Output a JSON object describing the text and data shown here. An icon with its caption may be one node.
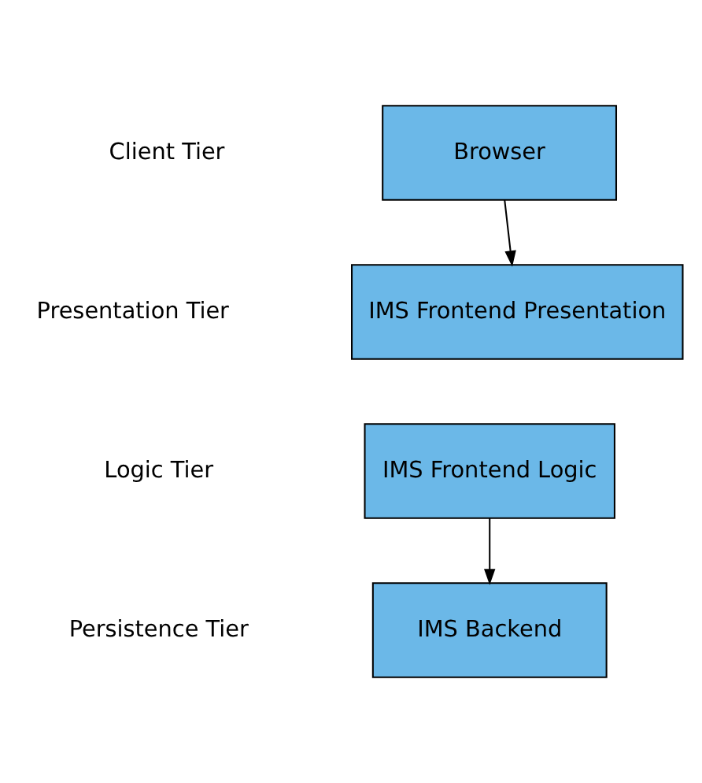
{
  "diagram": {
    "nodes": [
      {
        "text": [
          "Browser"
        ]
      },
      {
        "text": [
          "IMS Frontend Presentation"
        ]
      },
      {
        "text": [
          "IMS Frontend Logic"
        ]
      },
      {
        "text": [
          "IMS Backend"
        ]
      }
    ],
    "edges": [
      {
        "from": 0,
        "to": 1,
        "arrow": "to"
      },
      {
        "from": 2,
        "to": 3,
        "arrow": "to"
      }
    ],
    "labels": [
      "Client Tier",
      "Presentation Tier",
      "Logic Tier",
      "Persistence Tier"
    ]
  }
}
